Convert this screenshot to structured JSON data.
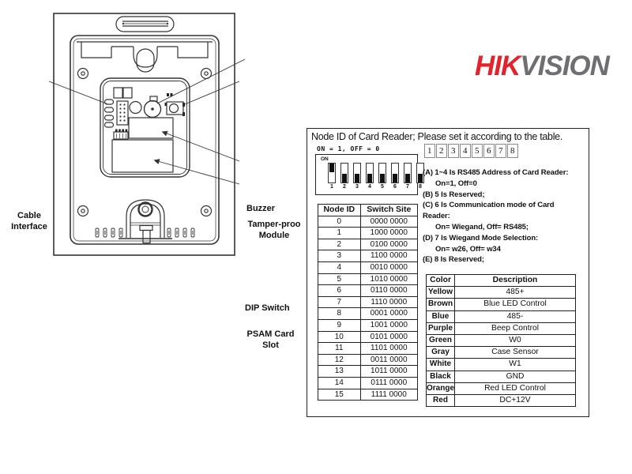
{
  "logo": {
    "part1": "HIK",
    "part2": "VISION",
    "color1": "#e1232b",
    "color2": "#6e6f72"
  },
  "device_diagram": {
    "labels": {
      "cable": [
        "Cable",
        "Interface"
      ],
      "buzzer": [
        "Buzzer"
      ],
      "tamper": [
        "Tamper-proo",
        "Module"
      ],
      "dip": [
        "DIP Switch"
      ],
      "psam": [
        "PSAM Card",
        "Slot"
      ]
    }
  },
  "panel": {
    "title": "Node ID of Card Reader; Please set it according to the table.",
    "dip_legend": "ON = 1, OFF = 0",
    "dip": {
      "on_label": "ON",
      "numbers": [
        "1",
        "2",
        "3",
        "4",
        "5",
        "6",
        "7",
        "8"
      ],
      "states": [
        1,
        0,
        0,
        0,
        0,
        0,
        0,
        0
      ]
    },
    "pin_boxes": [
      "1",
      "2",
      "3",
      "4",
      "5",
      "6",
      "7",
      "8"
    ],
    "notes": [
      {
        "text": "(A) 1~4 Is RS485 Address of Card Reader:",
        "indent": 0
      },
      {
        "text": "On=1, Off=0",
        "indent": 1
      },
      {
        "text": "(B) 5 Is Reserved;",
        "indent": 0
      },
      {
        "text": "(C) 6 Is Communication mode of Card",
        "indent": 0
      },
      {
        "text": "Reader:",
        "indent": 0
      },
      {
        "text": "On= Wiegand, Off= RS485;",
        "indent": 1
      },
      {
        "text": "(D) 7 Is Wiegand Mode Selection:",
        "indent": 0
      },
      {
        "text": "On= w26, Off= w34",
        "indent": 1
      },
      {
        "text": "(E) 8 Is Reserved;",
        "indent": 0
      }
    ],
    "node_table": {
      "headers": [
        "Node ID",
        "Switch Site"
      ],
      "rows": [
        [
          "0",
          "0000 0000"
        ],
        [
          "1",
          "1000 0000"
        ],
        [
          "2",
          "0100 0000"
        ],
        [
          "3",
          "1100 0000"
        ],
        [
          "4",
          "0010 0000"
        ],
        [
          "5",
          "1010 0000"
        ],
        [
          "6",
          "0110 0000"
        ],
        [
          "7",
          "1110 0000"
        ],
        [
          "8",
          "0001 0000"
        ],
        [
          "9",
          "1001 0000"
        ],
        [
          "10",
          "0101 0000"
        ],
        [
          "11",
          "1101 0000"
        ],
        [
          "12",
          "0011 0000"
        ],
        [
          "13",
          "1011 0000"
        ],
        [
          "14",
          "0111 0000"
        ],
        [
          "15",
          "1111 0000"
        ]
      ]
    },
    "color_table": {
      "headers": [
        "Color",
        "Description"
      ],
      "rows": [
        [
          "Yellow",
          "485+"
        ],
        [
          "Brown",
          "Blue LED Control"
        ],
        [
          "Blue",
          "485-"
        ],
        [
          "Purple",
          "Beep Control"
        ],
        [
          "Green",
          "W0"
        ],
        [
          "Gray",
          "Case Sensor"
        ],
        [
          "White",
          "W1"
        ],
        [
          "Black",
          "GND"
        ],
        [
          "Orange",
          "Red LED Control"
        ],
        [
          "Red",
          "DC+12V"
        ]
      ]
    }
  }
}
